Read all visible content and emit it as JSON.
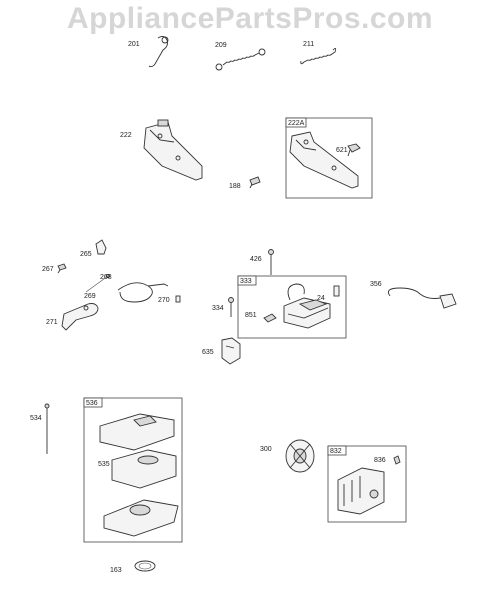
{
  "watermark": "AppliancePartsPros.com",
  "parts": {
    "p201": "201",
    "p209": "209",
    "p211": "211",
    "p222": "222",
    "p222a": "222A",
    "p621": "621",
    "p188": "188",
    "p265": "265",
    "p267": "267",
    "p268": "268",
    "p269": "269",
    "p270": "270",
    "p271": "271",
    "p426": "426",
    "p333": "333",
    "p24": "24",
    "p334": "334",
    "p851": "851",
    "p635": "635",
    "p356": "356",
    "p534": "534",
    "p536": "536",
    "p535": "535",
    "p163": "163",
    "p300": "300",
    "p832": "832",
    "p836": "836"
  }
}
